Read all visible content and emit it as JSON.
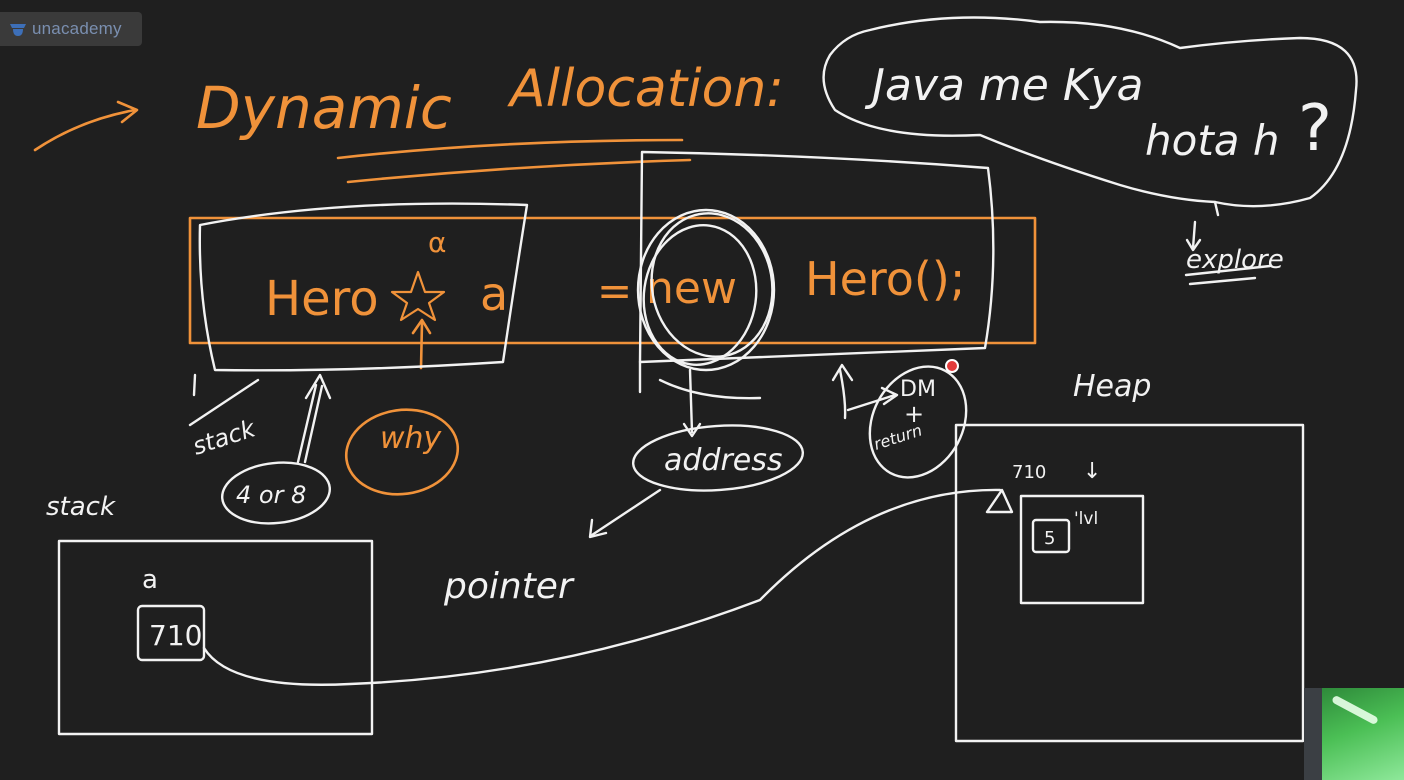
{
  "brand": {
    "name": "unacademy"
  },
  "colors": {
    "background": "#1f1f1f",
    "orange": "#f0923a",
    "white": "#f2f2f2",
    "pointer": "#e23a3a"
  },
  "board": {
    "title_dynamic": "Dynamic",
    "title_allocation": "Allocation:",
    "bubble_line1": "Java me Kya",
    "bubble_line2": "hota h",
    "bubble_q": "?",
    "explore": "explore",
    "code_hero": "Hero",
    "code_a": "a",
    "code_eq": "=",
    "code_new": "new",
    "code_ctor": "Hero();",
    "alpha": "α",
    "stack_note": "stack",
    "word_4or8": "4 or 8",
    "why": "why",
    "stack_label": "stack",
    "address": "address",
    "pointer": "pointer",
    "dm": "DM",
    "plus": "+",
    "return": "return",
    "heap": "Heap",
    "addr_710_heap": "710",
    "heap_down_arrow": "↓",
    "label_level": "'lvl",
    "value_5": "5",
    "var_a": "a",
    "value_710": "710"
  }
}
